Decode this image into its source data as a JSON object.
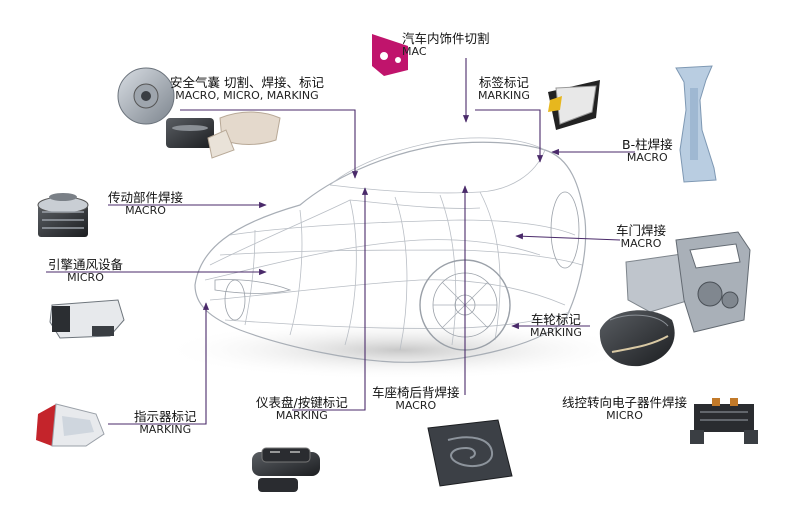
{
  "labels": {
    "trim_cutting": {
      "zh": "汽车内饰件切割",
      "en": "MAC"
    },
    "airbag": {
      "zh": "安全气囊 切割、焊接、标记",
      "en": "MACRO, MICRO, MARKING"
    },
    "label_marking": {
      "zh": "标签标记",
      "en": "MARKING"
    },
    "b_pillar": {
      "zh": "B-柱焊接",
      "en": "MACRO"
    },
    "drivetrain": {
      "zh": "传动部件焊接",
      "en": "MACRO"
    },
    "door": {
      "zh": "车门焊接",
      "en": "MACRO"
    },
    "engine_vent": {
      "zh": "引擎通风设备",
      "en": "MICRO"
    },
    "wheel": {
      "zh": "车轮标记",
      "en": "MARKING"
    },
    "indicator": {
      "zh": "指示器标记",
      "en": "MARKING"
    },
    "dashboard": {
      "zh": "仪表盘/按键标记",
      "en": "MARKING"
    },
    "seat_back": {
      "zh": "车座椅后背焊接",
      "en": "MACRO"
    },
    "wire_steering": {
      "zh": "线控转向电子器件焊接",
      "en": "MICRO"
    }
  },
  "colors": {
    "leader_line": "#4a2a6a",
    "accent_part": "#c0146c"
  }
}
